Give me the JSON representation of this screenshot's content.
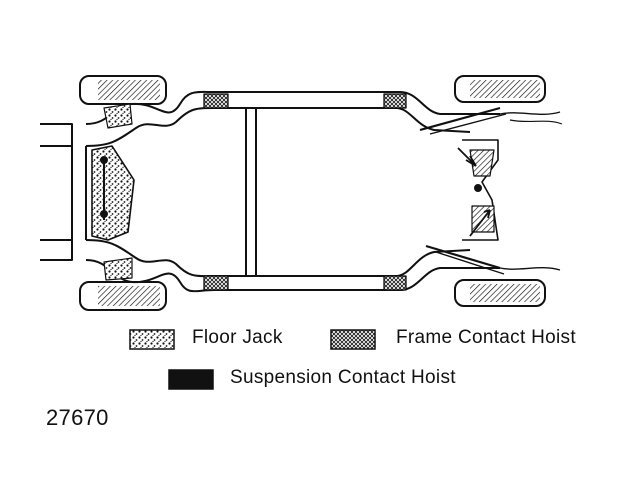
{
  "legend": {
    "floor_jack": "Floor Jack",
    "frame_contact_hoist": "Frame Contact Hoist",
    "suspension_contact_hoist": "Suspension Contact Hoist"
  },
  "figure_number": "27670",
  "colors": {
    "ink": "#111111",
    "paper": "#ffffff"
  }
}
